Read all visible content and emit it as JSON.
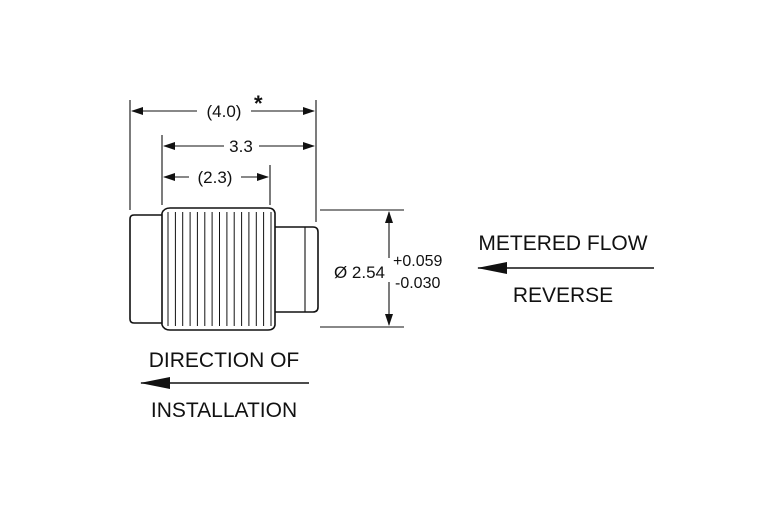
{
  "dimensions": {
    "overall_length": "(4.0)",
    "overall_marker": "*",
    "length_mid": "3.3",
    "length_short": "(2.3)",
    "diameter": "Ø 2.54",
    "tol_plus": "+0.059",
    "tol_minus": "-0.030"
  },
  "labels": {
    "metered_flow": "METERED FLOW",
    "reverse": "REVERSE",
    "direction_of": "DIRECTION OF",
    "installation": "INSTALLATION"
  },
  "colors": {
    "line": "#111111",
    "background": "#ffffff"
  }
}
